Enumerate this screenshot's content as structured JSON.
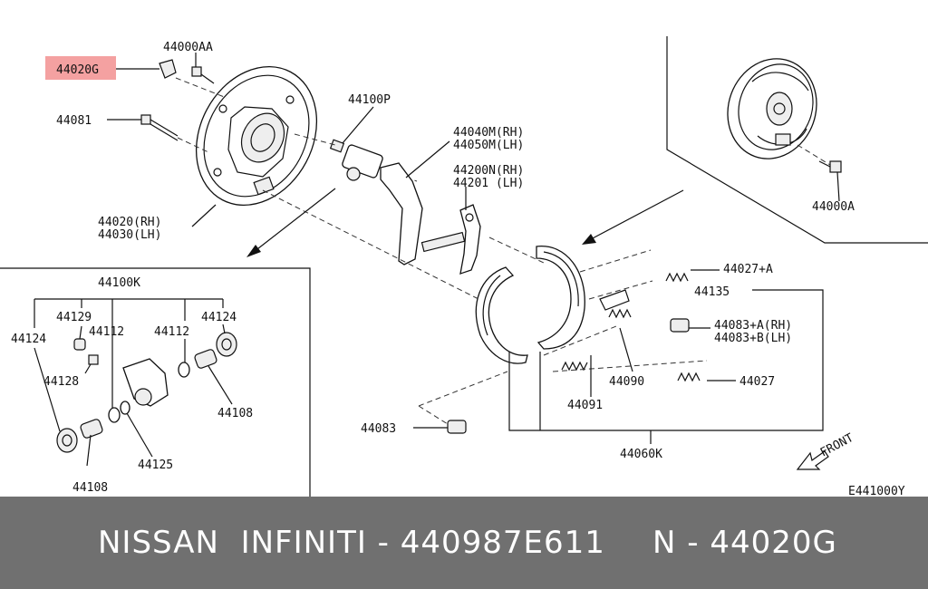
{
  "diagram": {
    "highlight_color": "#f4a1a1",
    "labels": {
      "p44000AA": "44000AA",
      "p44020G": "44020G",
      "p44081": "44081",
      "p44100P": "44100P",
      "p44040M": "44040M(RH)",
      "p44050M": "44050M(LH)",
      "p44200N": "44200N(RH)",
      "p44201": "44201 (LH)",
      "p44020RH": "44020(RH)",
      "p44030LH": "44030(LH)",
      "p44000A": "44000A",
      "p44027A": "44027+A",
      "p44135": "44135",
      "p44083ARH": "44083+A(RH)",
      "p44083BLH": "44083+B(LH)",
      "p44090": "44090",
      "p44027": "44027",
      "p44091": "44091",
      "p44083": "44083",
      "p44060K": "44060K",
      "p44100K": "44100K",
      "p44129": "44129",
      "p44112a": "44112",
      "p44112b": "44112",
      "p44124a": "44124",
      "p44124b": "44124",
      "p44128": "44128",
      "p44108a": "44108",
      "p44108b": "44108",
      "p44125": "44125",
      "front": "FRONT",
      "code": "E441000Y"
    }
  },
  "footer": {
    "left": "NISSAN  INFINITI - 440987E611",
    "right": "N - 44020G"
  }
}
